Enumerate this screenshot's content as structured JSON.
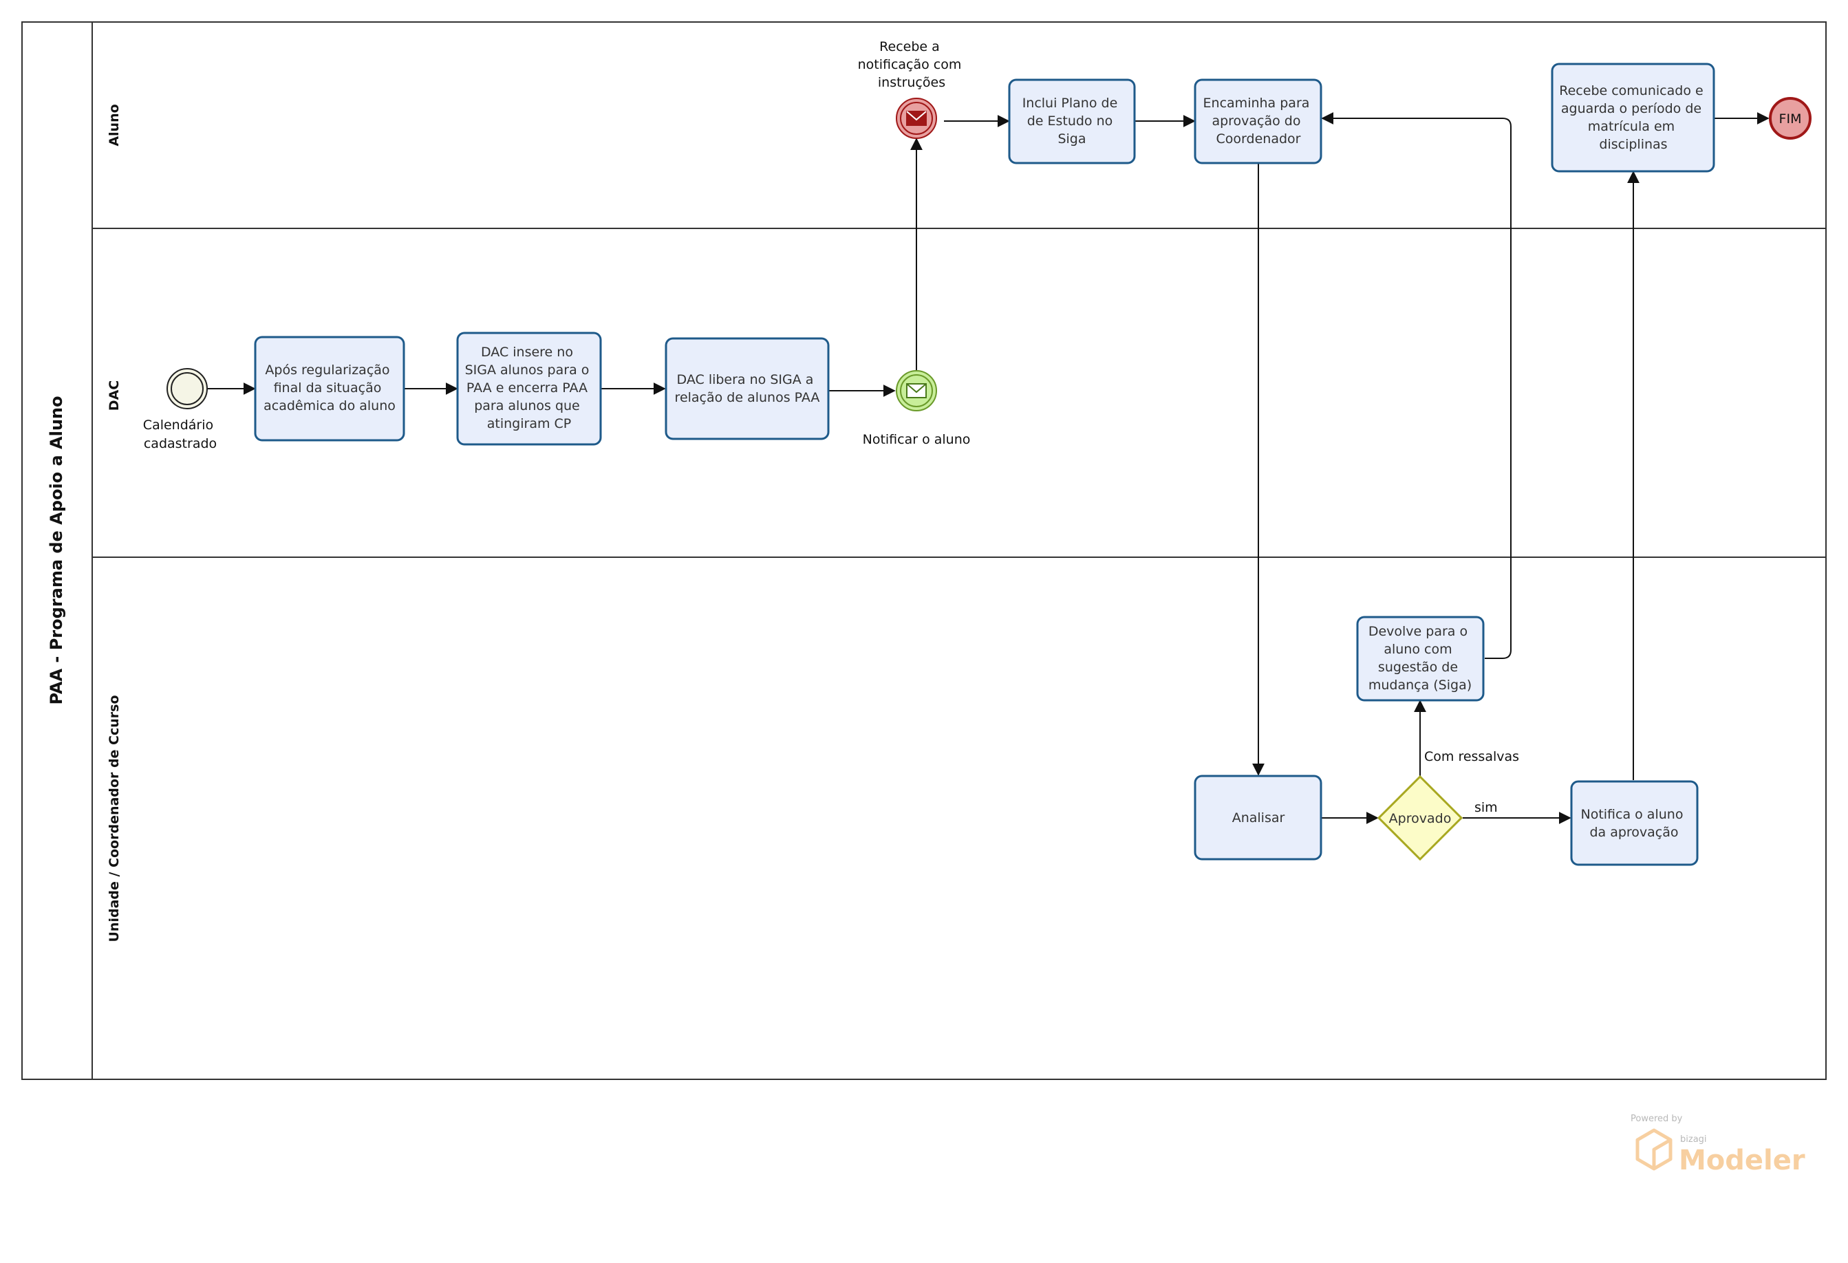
{
  "pool": {
    "title": "PAA  - Programa de Apoio a Aluno"
  },
  "lanes": {
    "aluno": "Aluno",
    "dac": "DAC",
    "unidade": "Unidade / Coordenador de Ccurso"
  },
  "events": {
    "start": {
      "label": [
        "Calendário",
        "cadastrado"
      ]
    },
    "notify_send": {
      "label": [
        "Notificar o aluno"
      ],
      "icon": "envelope-icon"
    },
    "notify_receive": {
      "label": [
        "Recebe a",
        "notificação com",
        "instruções"
      ],
      "icon": "envelope-filled-icon"
    },
    "end": {
      "label": [
        "FIM"
      ]
    }
  },
  "tasks": {
    "regularizacao": [
      "Após regularização",
      "final da situação",
      "acadêmica do aluno"
    ],
    "insere": [
      "DAC insere no",
      "SIGA alunos para o",
      "PAA e encerra PAA",
      "para alunos que",
      "atingiram CP"
    ],
    "libera": [
      "DAC libera no SIGA a",
      "relação de alunos PAA"
    ],
    "inclui": [
      "Inclui Plano de",
      "de Estudo no",
      "Siga"
    ],
    "encaminha": [
      "Encaminha para",
      "aprovação do",
      "Coordenador"
    ],
    "recebe": [
      "Recebe comunicado e",
      "aguarda o período de",
      "matrícula em",
      "disciplinas"
    ],
    "analisar": [
      "Analisar"
    ],
    "devolve": [
      "Devolve para o",
      "aluno com",
      "sugestão de",
      "mudança (Siga)"
    ],
    "notifica": [
      "Notifica o aluno",
      "da aprovação"
    ]
  },
  "gateway": {
    "label": "Aprovado"
  },
  "flow_labels": {
    "sim": "sim",
    "ressalvas": "Com ressalvas"
  },
  "watermark": {
    "powered": "Powered by",
    "brand": "bizagi",
    "product": "Modeler"
  },
  "colors": {
    "task_fill": "#e8eefb",
    "task_stroke": "#1e5a8a",
    "start_fill": "#f5f5e6",
    "message_fill": "#c8ee9a",
    "message_stroke": "#6a9a2a",
    "end_fill": "#e8a0a0",
    "end_stroke": "#a01818",
    "gateway_fill": "#fcfcc8",
    "gateway_stroke": "#a8a820",
    "watermark": "#f7cfa0"
  }
}
